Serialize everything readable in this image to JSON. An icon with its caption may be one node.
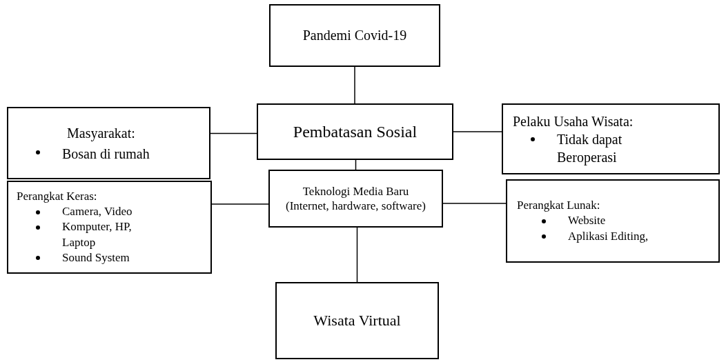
{
  "diagram": {
    "nodes": [
      {
        "text": [
          "Pandemi Covid-19"
        ]
      },
      {
        "text": [
          "Pembatasan Sosial"
        ]
      },
      {
        "text": [
          "Masyarakat:",
          "Bosan di rumah"
        ]
      },
      {
        "text": [
          "Pelaku Usaha Wisata:",
          "Tidak dapat Beroperasi"
        ]
      },
      {
        "text": [
          "Teknologi Media Baru (Internet, hardware, software)"
        ]
      },
      {
        "text": [
          "Perangkat Keras:",
          "Camera, Video",
          "Komputer, HP, Laptop",
          "Sound System"
        ]
      },
      {
        "text": [
          "Perangkat Lunak:",
          "Website",
          "Aplikasi Editing,"
        ]
      },
      {
        "text": [
          "Wisata Virtual"
        ]
      }
    ],
    "edges": [
      {
        "from": 0,
        "to": 1,
        "arrow": "none"
      },
      {
        "from": 2,
        "to": 1,
        "arrow": "none"
      },
      {
        "from": 1,
        "to": 3,
        "arrow": "none"
      },
      {
        "from": 1,
        "to": 4,
        "arrow": "none"
      },
      {
        "from": 5,
        "to": 4,
        "arrow": "none"
      },
      {
        "from": 4,
        "to": 6,
        "arrow": "none"
      },
      {
        "from": 4,
        "to": 7,
        "arrow": "none"
      }
    ]
  }
}
